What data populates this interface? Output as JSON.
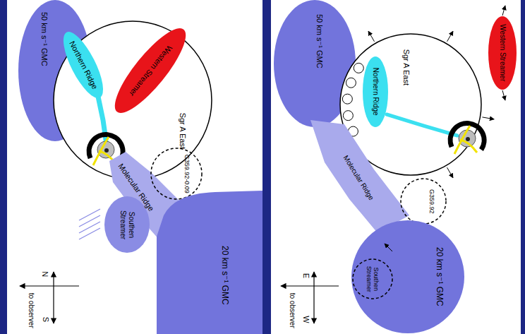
{
  "diagram": {
    "nodes": [
      {
        "text": [
          "50 km s⁻¹ GMC"
        ]
      },
      {
        "text": [
          "Sgr A East"
        ]
      },
      {
        "text": [
          "Northern Ridge"
        ]
      },
      {
        "text": [
          "Western Streamer"
        ],
        "in": 1
      },
      {
        "text": [
          "Molecular Ridge"
        ]
      },
      {
        "text": [
          "G359.92-0.09"
        ]
      },
      {
        "text": [
          "Southen Streamer"
        ]
      },
      {
        "text": [
          "20 km s⁻¹ GMC"
        ]
      },
      {
        "text": [
          "50 km s⁻¹ GMC"
        ]
      },
      {
        "text": [
          "Sgr A East"
        ]
      },
      {
        "text": [
          "Northern Ridge"
        ],
        "in": 9
      },
      {
        "text": [
          "Western Streamer"
        ]
      },
      {
        "text": [
          "Molecular Ridge"
        ]
      },
      {
        "text": [
          "G359.92"
        ]
      },
      {
        "text": [
          "20 km s⁻¹ GMC"
        ]
      },
      {
        "text": [
          "Southen Streamer"
        ],
        "in": 14
      }
    ],
    "labels": [
      "N",
      "S",
      "to observer",
      "E",
      "W",
      "to observer"
    ]
  }
}
